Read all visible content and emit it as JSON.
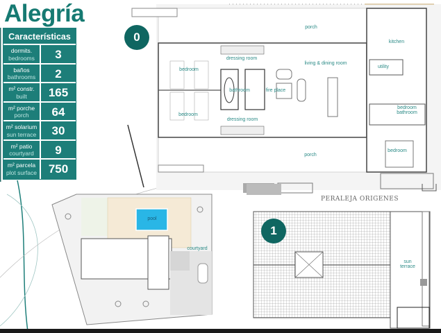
{
  "title": "Alegría",
  "specs": {
    "header": "Características",
    "rows": [
      {
        "es": "dormits.",
        "en": "bedrooms",
        "value": "3"
      },
      {
        "es": "baños",
        "en": "bathrooms",
        "value": "2"
      },
      {
        "es": "m² constr.",
        "en": "built",
        "value": "165"
      },
      {
        "es": "m² porche",
        "en": "porch",
        "value": "64"
      },
      {
        "es": "m² solarium",
        "en": "sun terrace",
        "value": "30"
      },
      {
        "es": "m² patio",
        "en": "courtyard",
        "value": "9"
      },
      {
        "es": "m² parcela",
        "en": "plot surface",
        "value": "750"
      }
    ]
  },
  "ground_floor": {
    "level": "0",
    "rooms": {
      "porch_top": "porch",
      "kitchen": "kitchen",
      "dressing_top": "dressing room",
      "living": "living & dining room",
      "utility": "utility",
      "bedroom_1": "bedroom",
      "bathroom": "bathroom",
      "fireplace": "fire place",
      "bedroom_2": "bedroom",
      "bedroom_bath": "bedroom bathroom",
      "dressing_bottom": "dressing room",
      "bedroom_3": "bedroom",
      "porch_bottom": "porch"
    }
  },
  "site_plan": {
    "pool": "pool",
    "courtyard": "courtyard",
    "pool_color": "#29b6e6"
  },
  "first_floor": {
    "level": "1",
    "sun_terrace": "sun terrace"
  },
  "brand": "PERALEJA ORIGENES",
  "colors": {
    "accent": "#1d7e79",
    "title": "#167a72",
    "label": "#2a8a86"
  }
}
